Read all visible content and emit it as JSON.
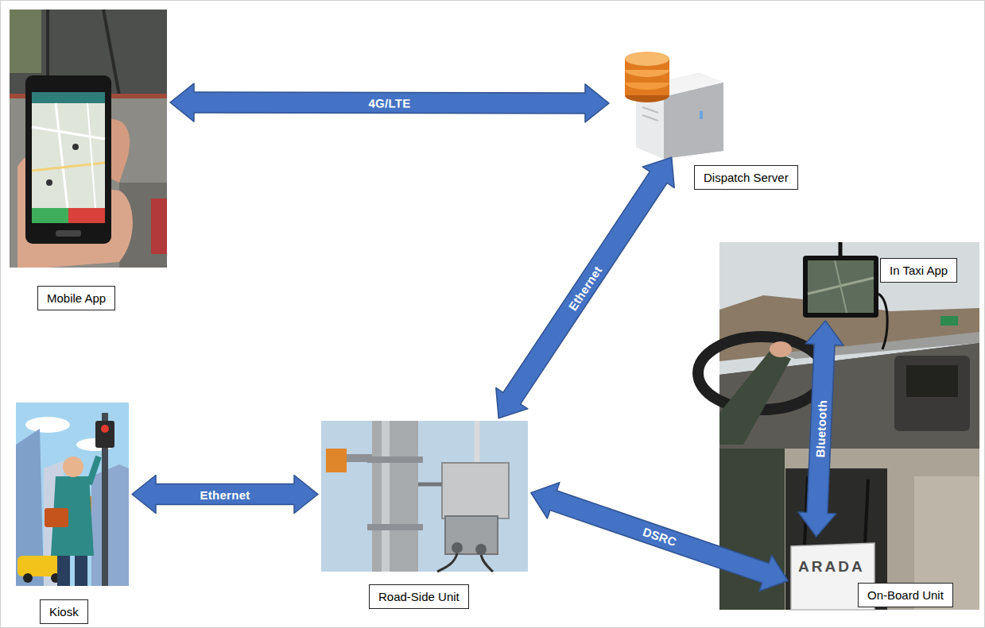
{
  "diagram": {
    "nodes": [
      {
        "text": [
          "Mobile App"
        ]
      },
      {
        "text": [
          "Dispatch Server"
        ]
      },
      {
        "text": [
          "In Taxi App"
        ]
      },
      {
        "text": [
          "Kiosk"
        ]
      },
      {
        "text": [
          "Road-Side Unit"
        ]
      },
      {
        "text": [
          "On-Board Unit"
        ]
      }
    ],
    "edges": [
      {
        "from": 0,
        "to": 1,
        "label": "4G/LTE",
        "arrow": "both"
      },
      {
        "from": 4,
        "to": 1,
        "label": "Ethernet",
        "arrow": "both"
      },
      {
        "from": 3,
        "to": 4,
        "label": "Ethernet",
        "arrow": "both"
      },
      {
        "from": 4,
        "to": 5,
        "label": "DSRC",
        "arrow": "both"
      },
      {
        "from": 2,
        "to": 5,
        "label": "Bluetooth",
        "arrow": "both"
      }
    ],
    "labels": [
      "ARADA"
    ]
  }
}
